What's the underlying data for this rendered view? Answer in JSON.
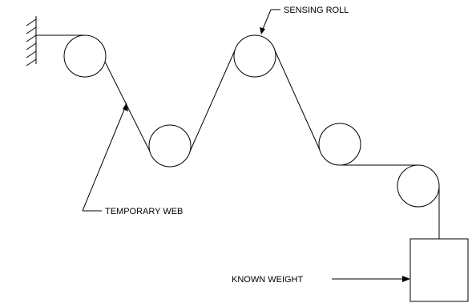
{
  "labels": {
    "sensing_roll": "SENSING ROLL",
    "temporary_web": "TEMPORARY WEB",
    "known_weight": "KNOWN WEIGHT"
  },
  "colors": {
    "line": "#000000",
    "background": "#ffffff"
  }
}
